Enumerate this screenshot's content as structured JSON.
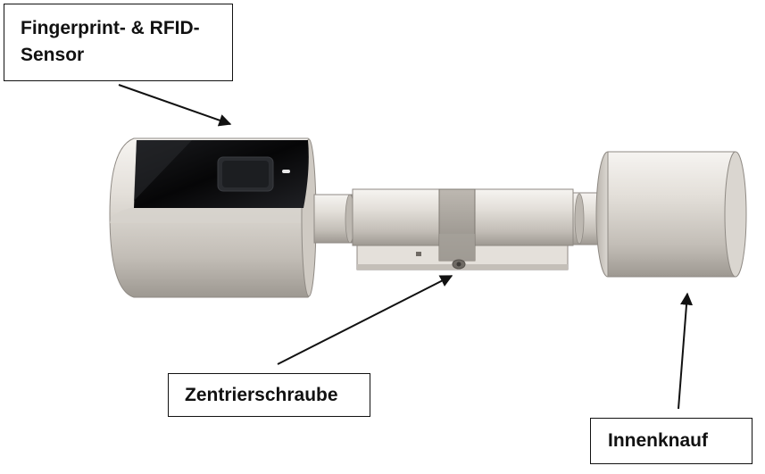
{
  "callouts": {
    "sensor": {
      "line1": "Fingerprint- & RFID-",
      "line2": "Sensor"
    },
    "screw": {
      "label": "Zentrierschraube"
    },
    "knob": {
      "label": "Innenknauf"
    }
  },
  "colors": {
    "metal_light": "#e9e6e1",
    "metal_mid": "#cfcac3",
    "metal_dark": "#8f8a84",
    "sensor_glass": "#0d0d0f",
    "sensor_pad": "#2a2c30",
    "arrow": "#111111"
  }
}
